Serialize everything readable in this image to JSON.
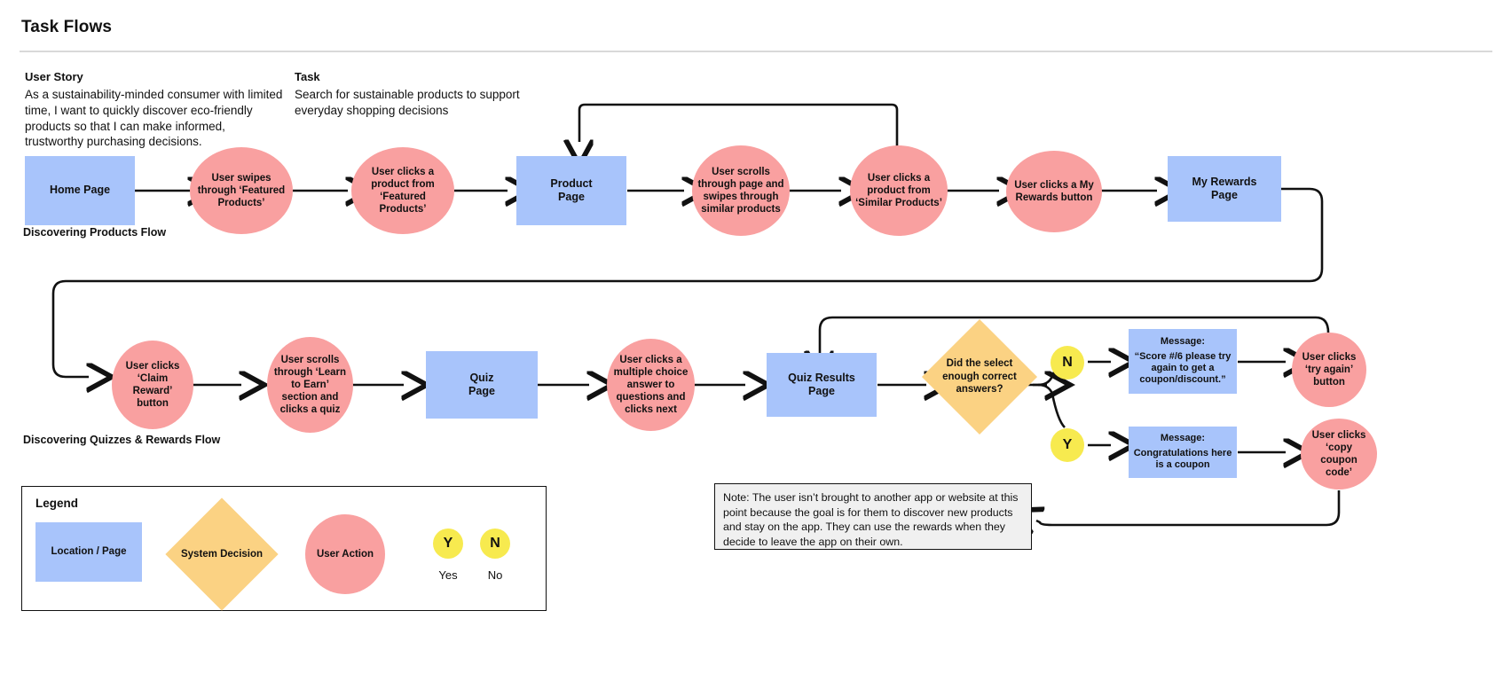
{
  "header": {
    "title": "Task Flows"
  },
  "info": {
    "user_story_label": "User Story",
    "user_story_text": "As a sustainability-minded consumer with limited time, I want to quickly discover eco-friendly products so that I can make informed, trustworthy purchasing decisions.",
    "task_label": "Task",
    "task_text": "Search for sustainable products to support everyday shopping decisions"
  },
  "flow1": {
    "label": "Discovering Products Flow",
    "nodes": [
      {
        "id": "home-page",
        "type": "page",
        "text": "Home Page"
      },
      {
        "id": "swipe-featured",
        "type": "action",
        "text": "User swipes through ‘Featured Products’"
      },
      {
        "id": "click-featured-product",
        "type": "action",
        "text": "User clicks a product from ‘Featured Products’"
      },
      {
        "id": "product-page",
        "type": "page",
        "text": "Product\nPage"
      },
      {
        "id": "scroll-similar",
        "type": "action",
        "text": "User scrolls through page and swipes through similar products"
      },
      {
        "id": "click-similar-product",
        "type": "action",
        "text": "User clicks a product from ‘Similar Products’"
      },
      {
        "id": "click-my-rewards",
        "type": "action",
        "text": "User clicks a My Rewards button"
      },
      {
        "id": "my-rewards-page",
        "type": "page",
        "text": "My Rewards\nPage"
      }
    ]
  },
  "flow2": {
    "label": "Discovering Quizzes & Rewards Flow",
    "nodes": [
      {
        "id": "claim-reward",
        "type": "action",
        "text": "User clicks ‘Claim Reward’ button"
      },
      {
        "id": "learn-to-earn",
        "type": "action",
        "text": "User scrolls through ‘Learn to Earn’ section and clicks a quiz"
      },
      {
        "id": "quiz-page",
        "type": "page",
        "text": "Quiz\nPage"
      },
      {
        "id": "answer-questions",
        "type": "action",
        "text": "User clicks a multiple choice answer to questions and clicks next"
      },
      {
        "id": "quiz-results-page",
        "type": "page",
        "text": "Quiz Results\nPage"
      },
      {
        "id": "decision-enough-correct",
        "type": "decision",
        "text": "Did the select enough correct answers?"
      },
      {
        "id": "branch-no",
        "type": "yn",
        "text": "N"
      },
      {
        "id": "branch-yes",
        "type": "yn",
        "text": "Y"
      },
      {
        "id": "msg-try-again",
        "type": "message",
        "title": "Message:",
        "body": "“Score #/6 please try again to get a coupon/discount.”"
      },
      {
        "id": "msg-congrats",
        "type": "message",
        "title": "Message:",
        "body": "Congratulations here is a coupon"
      },
      {
        "id": "click-try-again",
        "type": "action",
        "text": "User clicks ‘try again’ button"
      },
      {
        "id": "click-copy-coupon",
        "type": "action",
        "text": "User clicks ‘copy coupon code’"
      }
    ]
  },
  "legend": {
    "title": "Legend",
    "items": [
      {
        "id": "location-page",
        "label": "Location / Page",
        "color": "#a8c4fb"
      },
      {
        "id": "system-decision",
        "label": "System Decision",
        "color": "#fbd283"
      },
      {
        "id": "user-action",
        "label": "User Action",
        "color": "#f9a0a0"
      }
    ],
    "yes_badge": "Y",
    "no_badge": "N",
    "yes_caption": "Yes",
    "no_caption": "No"
  },
  "note": {
    "text": "Note: The user isn’t brought to another app or website at this point because the goal is for them to discover new products and stay on the app. They can use the rewards when they decide to leave the app on their own."
  },
  "colors": {
    "page": "#a8c4fb",
    "action": "#f9a0a0",
    "decision": "#fbd283",
    "yn": "#f7ea4f",
    "note_bg": "#f0f0f0",
    "stroke": "#111111"
  }
}
